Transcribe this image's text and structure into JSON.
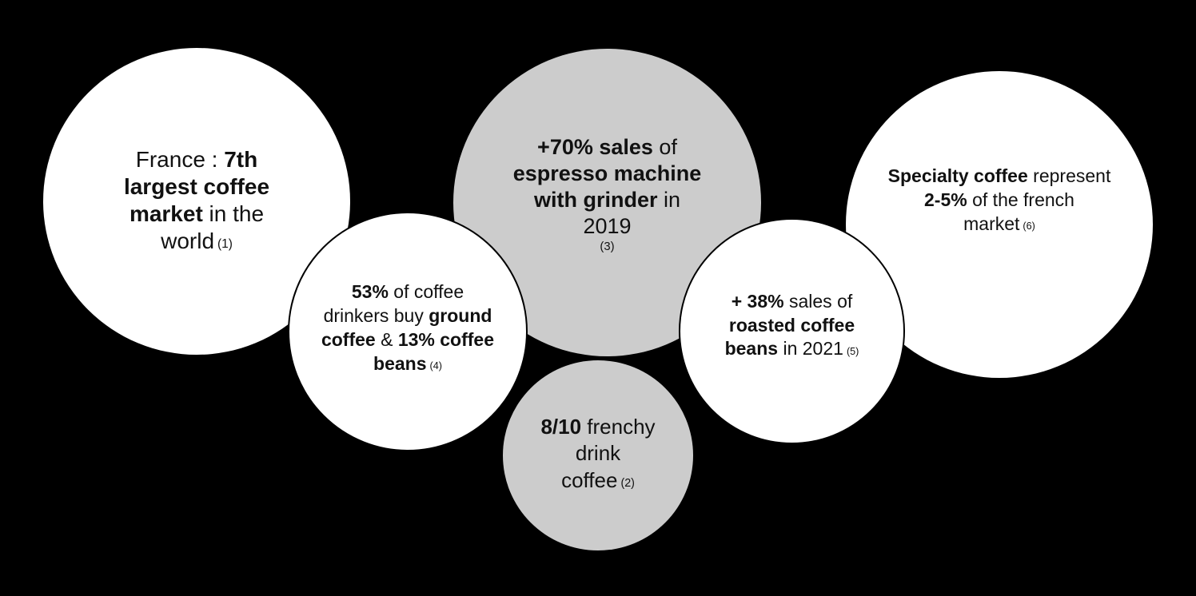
{
  "bubbles": {
    "france_rank": {
      "prefix": "France : ",
      "bold": "7th largest coffee market",
      "suffix": " in the world",
      "ref": "(1)"
    },
    "espresso_sales": {
      "bold1": "+70% sales",
      "text1": " of ",
      "bold2": "espresso machine with grinder",
      "text2": " in 2019",
      "ref": "(3)"
    },
    "specialty": {
      "bold1": "Specialty coffee",
      "text1": " represent ",
      "bold2": "2-5%",
      "text2": " of the french market",
      "ref": "(6)"
    },
    "ground_coffee": {
      "bold1": "53%",
      "text1": " of coffee drinkers buy ",
      "bold2": "ground coffee",
      "text2": " & ",
      "bold3": "13% coffee beans",
      "ref": "(4)"
    },
    "roasted_beans": {
      "bold1": "+ 38%",
      "text1": " sales of ",
      "bold2": "roasted coffee beans",
      "text2": " in 2021",
      "ref": "(5)"
    },
    "drinkers": {
      "bold": "8/10",
      "text": " frenchy drink coffee",
      "ref": "(2)"
    }
  },
  "colors": {
    "background": "#000000",
    "bubble_white": "#ffffff",
    "bubble_grey": "#cccccc",
    "text": "#111111"
  }
}
